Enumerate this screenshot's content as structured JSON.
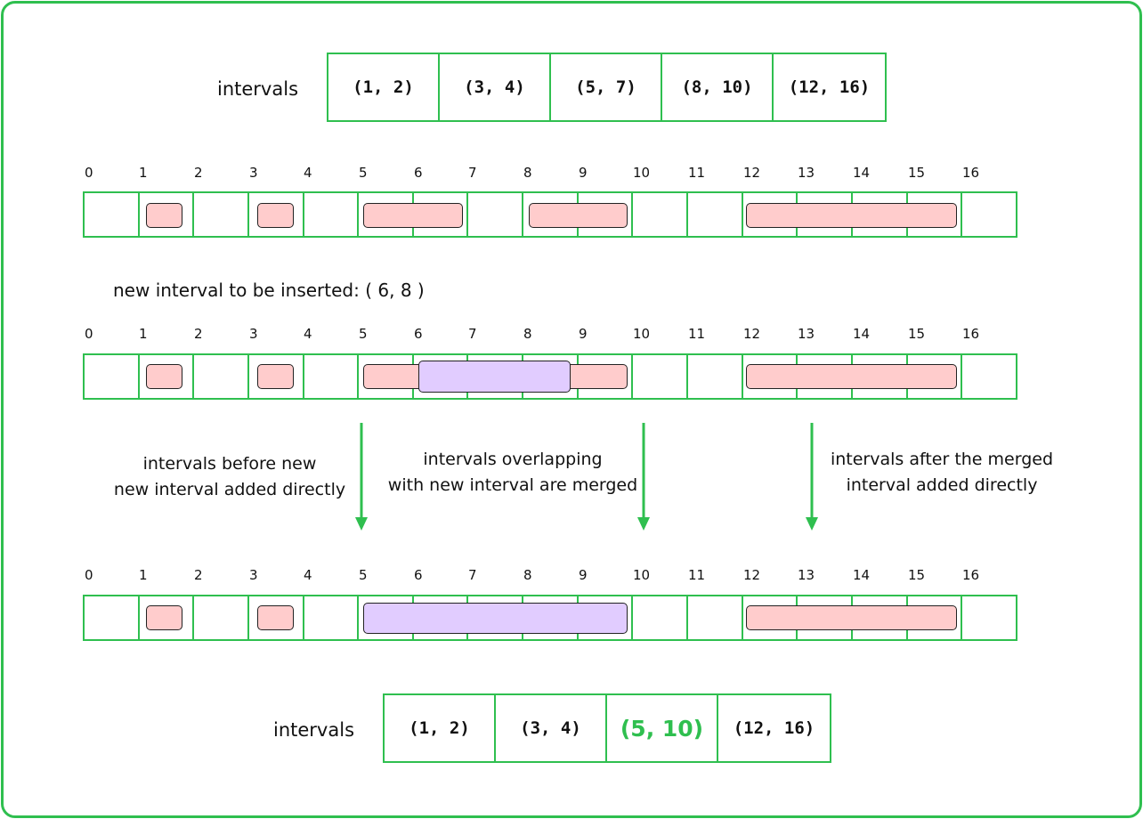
{
  "top_label": "intervals",
  "top_intervals": [
    "(1, 2)",
    "(3, 4)",
    "(5, 7)",
    "(8, 10)",
    "(12, 16)"
  ],
  "ticks": [
    "0",
    "1",
    "2",
    "3",
    "4",
    "5",
    "6",
    "7",
    "8",
    "9",
    "10",
    "11",
    "12",
    "13",
    "14",
    "15",
    "16"
  ],
  "new_interval_text": "new interval to be inserted: ( 6, 8 )",
  "captions": {
    "before": [
      "intervals before new",
      "new interval added directly"
    ],
    "overlap": [
      "intervals overlapping",
      "with new interval are merged"
    ],
    "after": [
      "intervals after the merged",
      "interval added directly"
    ]
  },
  "bottom_label": "intervals",
  "bottom_intervals": [
    "(1, 2)",
    "(3, 4)",
    "(5, 10)",
    "(12, 16)"
  ],
  "colors": {
    "green": "#2fbf4f",
    "pink": "#ffcccc",
    "purple": "#e1ccff"
  }
}
